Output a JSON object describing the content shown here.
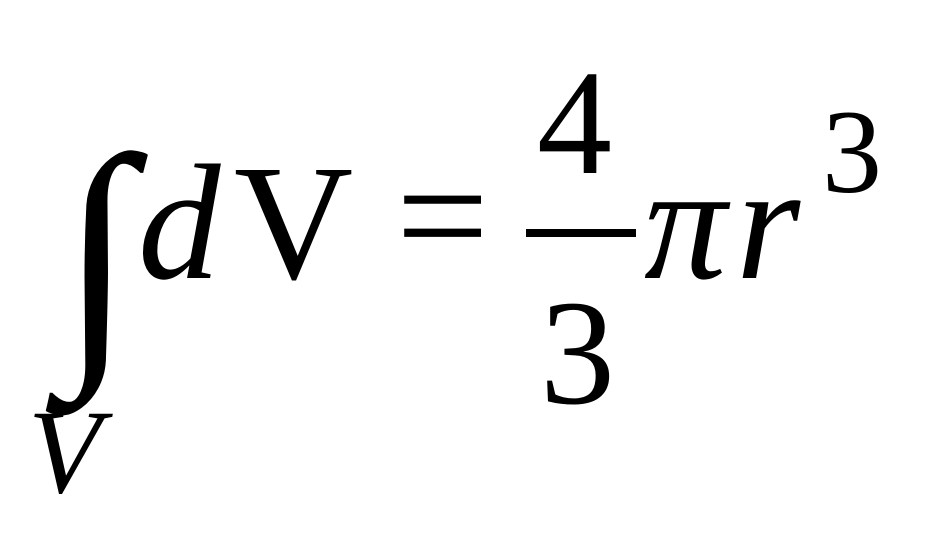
{
  "equation": {
    "integral": "∫",
    "lower_limit": "V",
    "integrand_d": "d",
    "integrand_var": "V",
    "equals": "=",
    "numerator": "4",
    "denominator": "3",
    "pi": "π",
    "radius": "r",
    "exponent": "3"
  }
}
